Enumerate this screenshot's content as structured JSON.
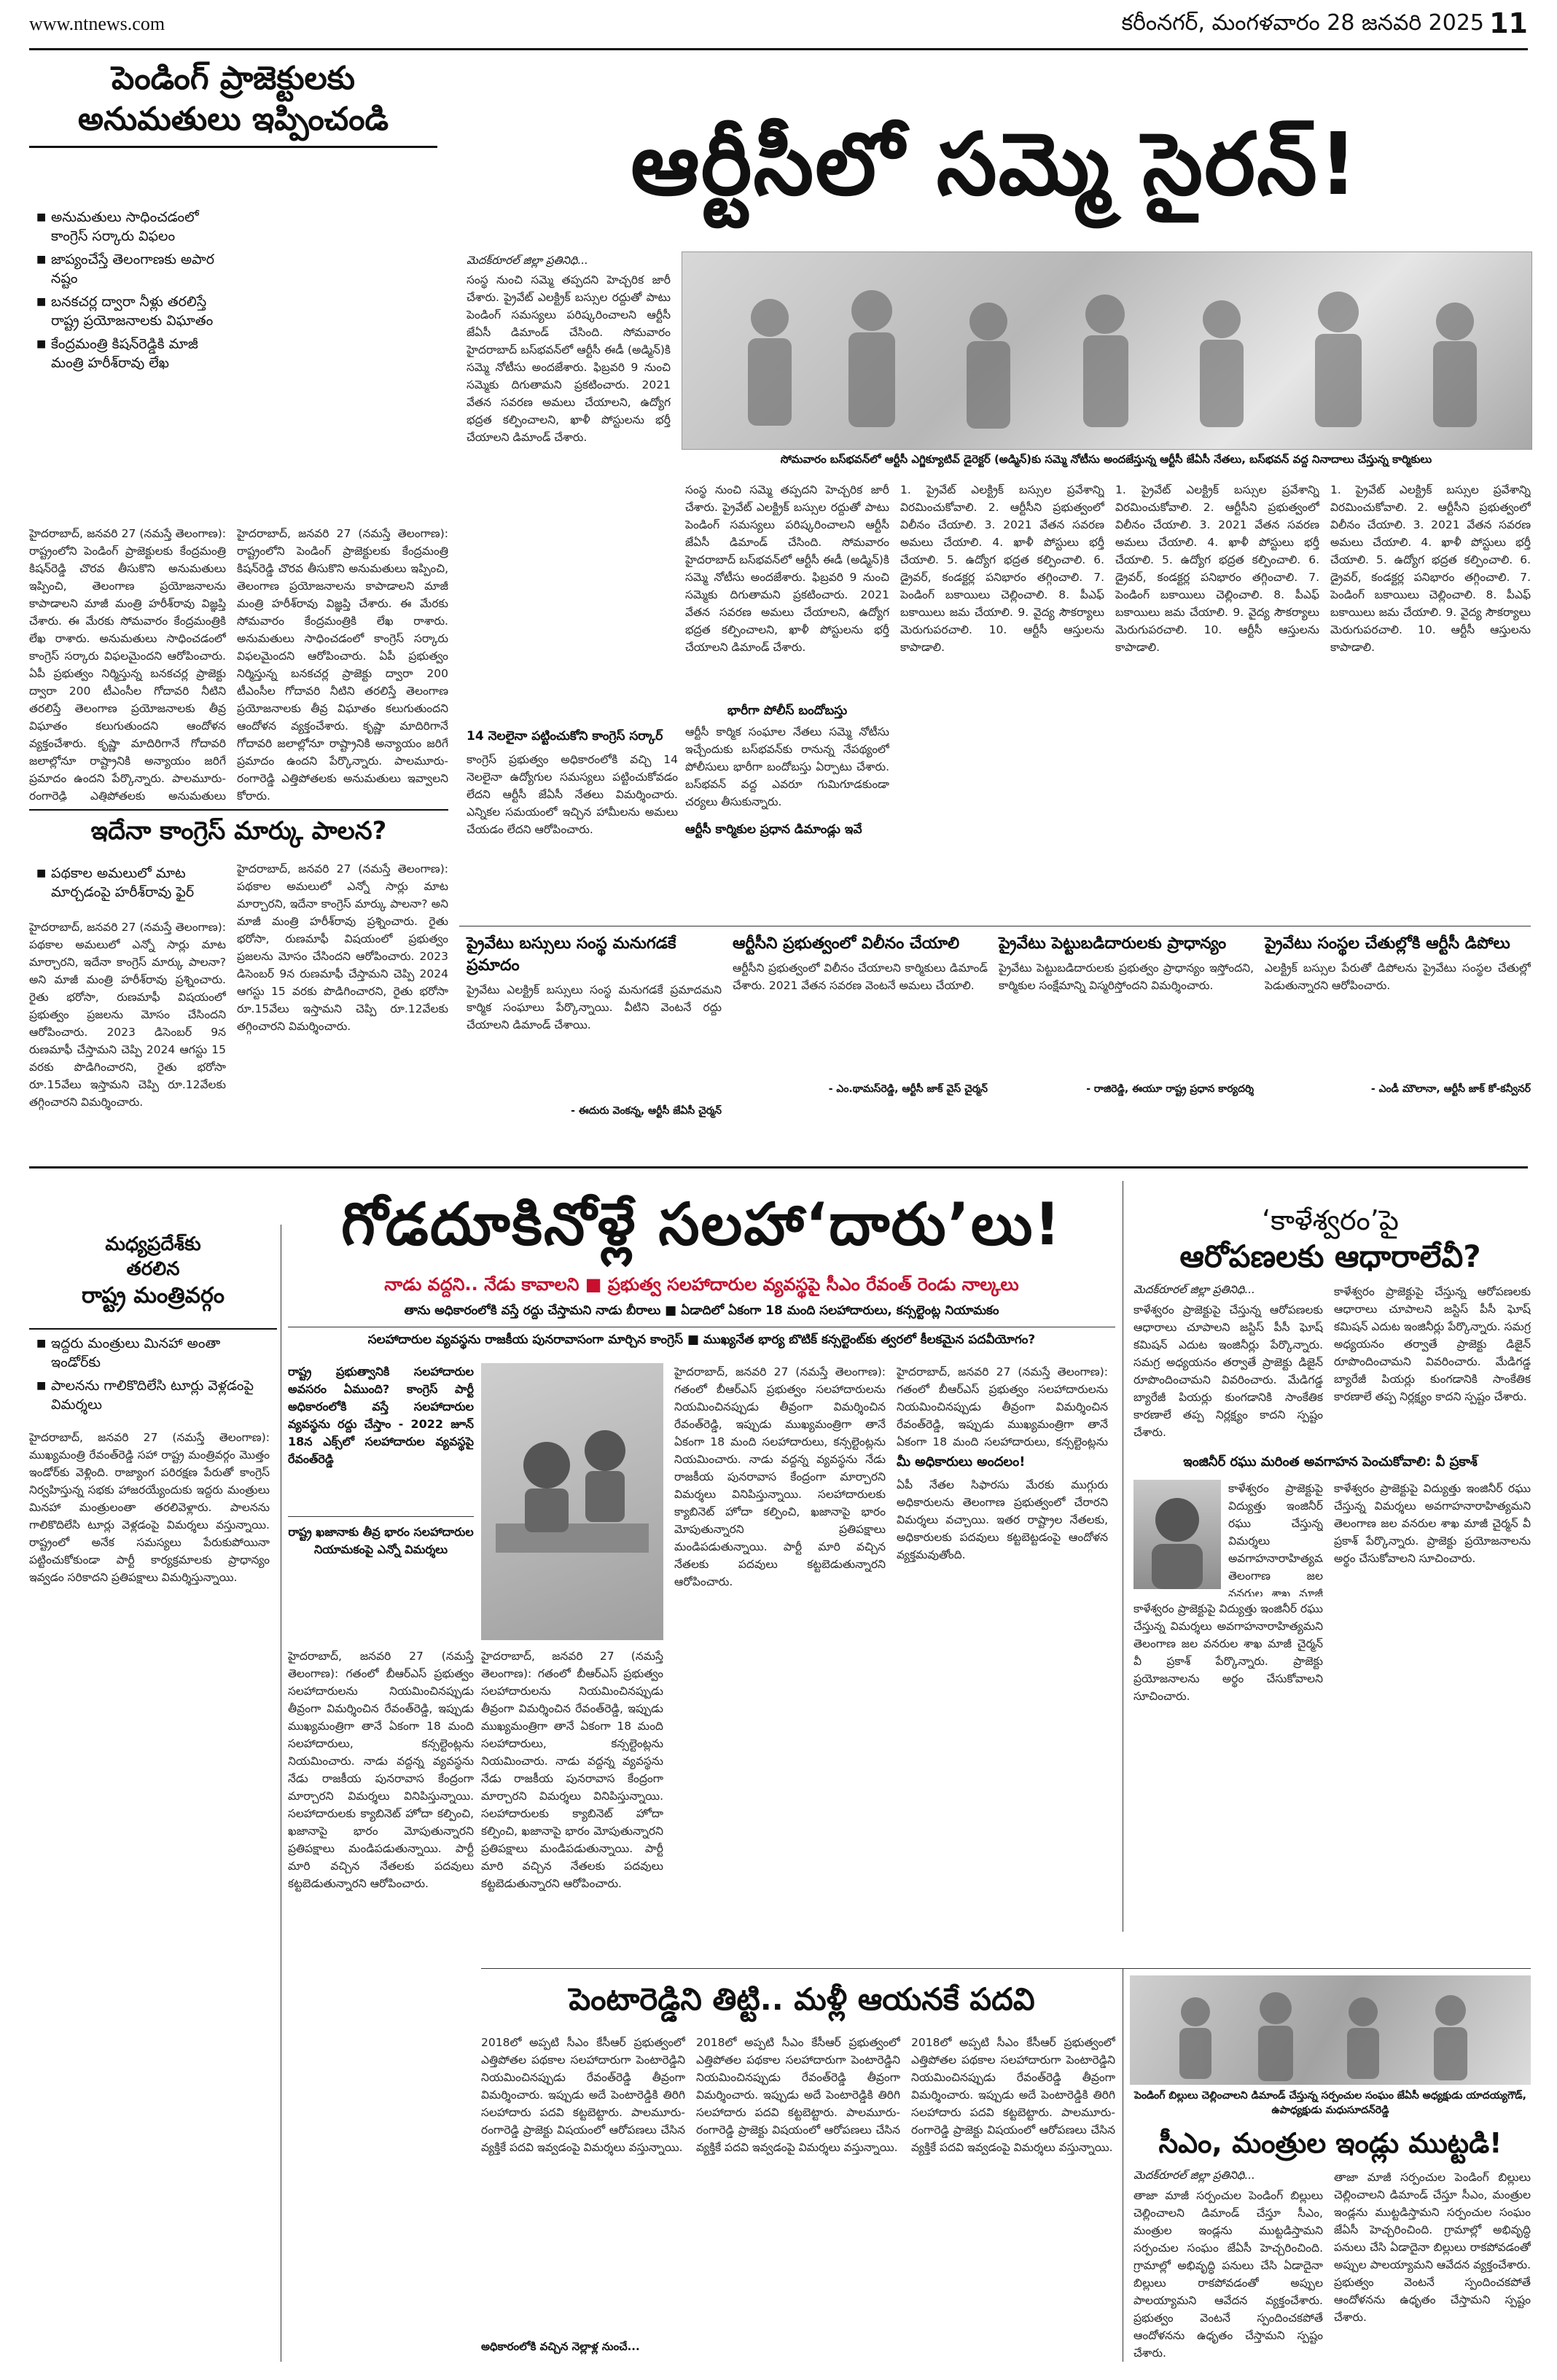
{
  "header": {
    "url": "www.ntnews.com",
    "date": "కరీంనగర్, మంగళవారం 28 జనవరి 2025",
    "page": "11"
  },
  "main_headline": "ఆర్టీసీలో సమ్మె సైరన్!",
  "top_left": {
    "title_line1": "పెండింగ్ ప్రాజెక్టులకు",
    "title_line2": "అనుమతులు ఇప్పించండి",
    "bullets": [
      "అనుమతులు సాధించడంలో కాంగ్రెస్ సర్కారు విఫలం",
      "జాప్యంచేస్తే తెలంగాణకు అపార నష్టం",
      "బనకచర్ల ద్వారా నీళ్లు తరలిస్తే రాష్ట్ర ప్రయోజనాలకు విఘాతం",
      "కేంద్రమంత్రి కిషన్‌రెడ్డికి మాజీ మంత్రి హరీశ్‌రావు లేఖ"
    ],
    "body": "హైదరాబాద్, జనవరి 27 (నమస్తే తెలంగాణ): రాష్ట్రంలోని పెండింగ్ ప్రాజెక్టులకు కేంద్రమంత్రి కిషన్‌రెడ్డి చొరవ తీసుకొని అనుమతులు ఇప్పించి, తెలంగాణ ప్రయోజనాలను కాపాడాలని మాజీ మంత్రి హరీశ్‌రావు విజ్ఞప్తి చేశారు. ఈ మేరకు సోమవారం కేంద్రమంత్రికి లేఖ రాశారు. అనుమతులు సాధించడంలో కాంగ్రెస్ సర్కారు విఫలమైందని ఆరోపించారు. ఏపీ ప్రభుత్వం నిర్మిస్తున్న బనకచర్ల ప్రాజెక్టు ద్వారా 200 టీఎంసీల గోదావరి నీటిని తరలిస్తే తెలంగాణ ప్రయోజనాలకు తీవ్ర విఘాతం కలుగుతుందని ఆందోళన వ్యక్తంచేశారు. కృష్ణా మాదిరిగానే గోదావరి జలాల్లోనూ రాష్ట్రానికి అన్యాయం జరిగే ప్రమాదం ఉందని పేర్కొన్నారు. పాలమూరు-రంగారెడ్డి ఎత్తిపోతలకు అనుమతులు ఇవ్వాలని కోరారు."
  },
  "congress_rule": {
    "title": "ఇదేనా కాంగ్రెస్ మార్కు పాలన?",
    "bullets": [
      "పథకాల అమలులో మాట మార్చడంపై హరీశ్‌రావు ఫైర్"
    ],
    "body": "హైదరాబాద్, జనవరి 27 (నమస్తే తెలంగాణ): పథకాల అమలులో ఎన్నో సార్లు మాట మార్చారని, ఇదేనా కాంగ్రెస్ మార్కు పాలనా? అని మాజీ మంత్రి హరీశ్‌రావు ప్రశ్నించారు. రైతు భరోసా, రుణమాఫీ విషయంలో ప్రభుత్వం ప్రజలను మోసం చేసిందని ఆరోపించారు. 2023 డిసెంబర్ 9న రుణమాఫీ చేస్తామని చెప్పి 2024 ఆగస్టు 15 వరకు పొడిగించారని, రైతు భరోసా రూ.15వేలు ఇస్తామని చెప్పి రూ.12వేలకు తగ్గించారని విమర్శించారు."
  },
  "rtc_story": {
    "byline": "మెదక్‌రూరల్ జిల్లా ప్రతినిధి...",
    "photo_caption": "సోమవారం బస్‌భవన్‌లో ఆర్టీసీ ఎగ్జిక్యూటివ్ డైరెక్టర్ (అడ్మిన్)కు సమ్మె నోటీసు అందజేస్తున్న ఆర్టీసీ జేఏసీ నేతలు, బస్‌భవన్ వద్ద నినాదాలు చేస్తున్న కార్మికులు",
    "body": "సంస్థ నుంచి సమ్మె తప్పదని హెచ్చరిక జారీ చేశారు. ప్రైవేట్ ఎలక్ట్రిక్ బస్సుల రద్దుతో పాటు పెండింగ్ సమస్యలు పరిష్కరించాలని ఆర్టీసీ జేఏసీ డిమాండ్ చేసింది. సోమవారం హైదరాబాద్ బస్‌భవన్‌లో ఆర్టీసీ ఈడీ (అడ్మిన్)కి సమ్మె నోటీసు అందజేశారు. ఫిబ్రవరి 9 నుంచి సమ్మెకు దిగుతామని ప్రకటించారు. 2021 వేతన సవరణ అమలు చేయాలని, ఉద్యోగ భద్రత కల్పించాలని, ఖాళీ పోస్టులను భర్తీ చేయాలని డిమాండ్ చేశారు.",
    "sub1": "14 నెలలైనా పట్టించుకోని కాంగ్రెస్ సర్కార్",
    "sub1_body": "కాంగ్రెస్ ప్రభుత్వం అధికారంలోకి వచ్చి 14 నెలలైనా ఉద్యోగుల సమస్యలు పట్టించుకోవడం లేదని ఆర్టీసీ జేఏసీ నేతలు విమర్శించారు. ఎన్నికల సమయంలో ఇచ్చిన హామీలను అమలు చేయడం లేదని ఆరోపించారు.",
    "sub2": "భారీగా పోలీస్ బందోబస్తు",
    "sub2_body": "ఆర్టీసీ కార్మిక సంఘాల నేతలు సమ్మె నోటీసు ఇచ్చేందుకు బస్‌భవన్‌కు రానున్న నేపథ్యంలో పోలీసులు భారీగా బందోబస్తు ఏర్పాటు చేశారు. బస్‌భవన్ వద్ద ఎవరూ గుమిగూడకుండా చర్యలు తీసుకున్నారు.",
    "sub3": "ఆర్టీసీ కార్మికుల ప్రధాన డిమాండ్లు ఇవే",
    "demands": "1. ప్రైవేట్ ఎలక్ట్రిక్ బస్సుల ప్రవేశాన్ని విరమించుకోవాలి. 2. ఆర్టీసీని ప్రభుత్వంలో విలీనం చేయాలి. 3. 2021 వేతన సవరణ అమలు చేయాలి. 4. ఖాళీ పోస్టులు భర్తీ చేయాలి. 5. ఉద్యోగ భద్రత కల్పించాలి. 6. డ్రైవర్, కండక్టర్ల పనిభారం తగ్గించాలి. 7. పెండింగ్ బకాయిలు చెల్లించాలి. 8. పీఎఫ్ బకాయిలు జమ చేయాలి. 9. వైద్య సౌకర్యాలు మెరుగుపరచాలి. 10. ఆర్టీసీ ఆస్తులను కాపాడాలి."
  },
  "quote_boxes": [
    {
      "title": "ప్రైవేటు బస్సులు సంస్థ మనుగడకే ప్రమాదం",
      "body": "ప్రైవేటు ఎలక్ట్రిక్ బస్సులు సంస్థ మనుగడకే ప్రమాదమని కార్మిక సంఘాలు పేర్కొన్నాయి. వీటిని వెంటనే రద్దు చేయాలని డిమాండ్ చేశాయి.",
      "by": "- ఈదురు వెంకన్న, ఆర్టీసీ జేఏసీ చైర్మన్"
    },
    {
      "title": "ఆర్టీసీని ప్రభుత్వంలో విలీనం చేయాలి",
      "body": "ఆర్టీసీని ప్రభుత్వంలో విలీనం చేయాలని కార్మికులు డిమాండ్ చేశారు. 2021 వేతన సవరణ వెంటనే అమలు చేయాలి.",
      "by": "- ఎం.థామస్‌రెడ్డి, ఆర్టీసీ జాక్ వైస్ చైర్మన్"
    },
    {
      "title": "ప్రైవేటు పెట్టుబడిదారులకు ప్రాధాన్యం",
      "body": "ప్రైవేటు పెట్టుబడిదారులకు ప్రభుత్వం ప్రాధాన్యం ఇస్తోందని, కార్మికుల సంక్షేమాన్ని విస్మరిస్తోందని విమర్శించారు.",
      "by": "- రాజిరెడ్డి, ఈయూ రాష్ట్ర ప్రధాన కార్యదర్శి"
    },
    {
      "title": "ప్రైవేటు సంస్థల చేతుల్లోకి ఆర్టీసీ డిపోలు",
      "body": "ఎలక్ట్రిక్ బస్సుల పేరుతో డిపోలను ప్రైవేటు సంస్థల చేతుల్లో పెడుతున్నారని ఆరోపించారు.",
      "by": "- ఎండీ మౌలానా, ఆర్టీసీ జాక్ కో-కన్వీనర్"
    }
  ],
  "mp_cabinet": {
    "title_line1": "మధ్యప్రదేశ్‌కు",
    "title_line2": "తరలిన",
    "title_line3": "రాష్ట్ర మంత్రివర్గం",
    "bullets": [
      "ఇద్దరు మంత్రులు మినహా అంతా ఇండోర్‌కు",
      "పాలనను గాలికొదిలేసి టూర్లు వెళ్లడంపై విమర్శలు"
    ],
    "body": "హైదరాబాద్, జనవరి 27 (నమస్తే తెలంగాణ): ముఖ్యమంత్రి రేవంత్‌రెడ్డి సహా రాష్ట్ర మంత్రివర్గం మొత్తం ఇండోర్‌కు వెళ్లింది. రాజ్యాంగ పరిరక్షణ పేరుతో కాంగ్రెస్ నిర్వహిస్తున్న సభకు హాజరయ్యేందుకు ఇద్దరు మంత్రులు మినహా మంత్రులంతా తరలివెళ్లారు. పాలనను గాలికొదిలేసి టూర్లు వెళ్లడంపై విమర్శలు వస్తున్నాయి. రాష్ట్రంలో అనేక సమస్యలు పేరుకుపోయినా పట్టించుకోకుండా పార్టీ కార్యక్రమాలకు ప్రాధాన్యం ఇవ్వడం సరికాదని ప్రతిపక్షాలు విమర్శిస్తున్నాయి."
  },
  "advisors_story": {
    "headline": "గోడదూకినోళ్లే సలహా‘దారు’లు!",
    "red_strip": "నాడు వద్దని.. నేడు కావాలని ■ ప్రభుత్వ సలహాదారుల వ్యవస్థపై సీఎం రేవంత్ రెండు నాల్కలు",
    "strip2": "తాను అధికారంలోకి వస్తే రద్దు చేస్తామని నాడు బీరాలు ■ ఏడాదిలో ఏకంగా 18 మంది సలహాదారులు, కన్సల్టెంట్ల నియామకం",
    "strip3": "సలహాదారుల వ్యవస్థను రాజకీయ పునరావాసంగా మార్చిన కాంగ్రెస్ ■ ముఖ్యనేత భార్య బొటిక్ కన్సల్టెంట్‌కు త్వరలో కీలకమైన పదవీయోగం?",
    "pullquote": "రాష్ట్ర ప్రభుత్వానికి సలహాదారుల అవసరం ఏముంది? కాంగ్రెస్ పార్టీ అధికారంలోకి వస్తే సలహాదారుల వ్యవస్థను రద్దు చేస్తాం - 2022 జూన్ 18న ఎక్స్‌లో సలహాదారుల వ్యవస్థపై రేవంత్‌రెడ్డి",
    "pullquote2": "రాష్ట్ర ఖజానాకు తీవ్ర భారం సలహాదారుల నియామకంపై ఎన్నో విమర్శలు",
    "body": "హైదరాబాద్, జనవరి 27 (నమస్తే తెలంగాణ): గతంలో బీఆర్‌ఎస్ ప్రభుత్వం సలహాదారులను నియమించినప్పుడు తీవ్రంగా విమర్శించిన రేవంత్‌రెడ్డి, ఇప్పుడు ముఖ్యమంత్రిగా తానే ఏకంగా 18 మంది సలహాదారులు, కన్సల్టెంట్లను నియమించారు. నాడు వద్దన్న వ్యవస్థను నేడు రాజకీయ పునరావాస కేంద్రంగా మార్చారని విమర్శలు వినిపిస్తున్నాయి. సలహాదారులకు క్యాబినెట్ హోదా కల్పించి, ఖజానాపై భారం మోపుతున్నారని ప్రతిపక్షాలు మండిపడుతున్నాయి. పార్టీ మారి వచ్చిన నేతలకు పదవులు కట్టబెడుతున్నారని ఆరోపించారు.",
    "sub": "మీ అధికారులు అందలం!",
    "sub_body": "ఏపీ నేతల సిఫారసు మేరకు ముగ్గురు అధికారులను తెలంగాణ ప్రభుత్వంలో చేరారని విమర్శలు వచ్చాయి. ఇతర రాష్ట్రాల నేతలకు, అధికారులకు పదవులు కట్టబెట్టడంపై ఆందోళన వ్యక్తమవుతోంది."
  },
  "kaleshwaram": {
    "quote_title_line1": "‘కాళేశ్వరం’పై",
    "quote_title_line2": "ఆరోపణలకు ఆధారాలేవీ?",
    "byline": "మెదక్‌రూరల్ జిల్లా ప్రతినిధి...",
    "body": "కాళేశ్వరం ప్రాజెక్టుపై చేస్తున్న ఆరోపణలకు ఆధారాలు చూపాలని జస్టిస్ పీసీ ఘోష్ కమిషన్ ఎదుట ఇంజినీర్లు పేర్కొన్నారు. సమగ్ర అధ్యయనం తర్వాతే ప్రాజెక్టు డిజైన్ రూపొందించామని వివరించారు. మేడిగడ్డ బ్యారేజీ పియర్లు కుంగడానికి సాంకేతిక కారణాలే తప్ప నిర్లక్ష్యం కాదని స్పష్టం చేశారు.",
    "sub": "ఇంజినీర్ రఘు మరింత అవగాహన పెంచుకోవాలి: వీ ప్రకాశ్",
    "sub_body": "కాళేశ్వరం ప్రాజెక్టుపై విద్యుత్తు ఇంజినీర్ రఘు చేస్తున్న విమర్శలు అవగాహనారాహిత్యమని తెలంగాణ జల వనరుల శాఖ మాజీ చైర్మన్ వీ ప్రకాశ్ పేర్కొన్నారు. ప్రాజెక్టు ప్రయోజనాలను అర్థం చేసుకోవాలని సూచించారు."
  },
  "penta_reddy": {
    "headline": "పెంటారెడ్డిని తిట్టి.. మళ్లీ ఆయనకే పదవి",
    "body": "2018లో అప్పటి సీఎం కేసీఆర్ ప్రభుత్వంలో ఎత్తిపోతల పథకాల సలహాదారుగా పెంటారెడ్డిని నియమించినప్పుడు రేవంత్‌రెడ్డి తీవ్రంగా విమర్శించారు. ఇప్పుడు అదే పెంటారెడ్డికి తిరిగి సలహాదారు పదవి కట్టబెట్టారు. పాలమూరు-రంగారెడ్డి ప్రాజెక్టు విషయంలో ఆరోపణలు చేసిన వ్యక్తికే పదవి ఇవ్వడంపై విమర్శలు వస్తున్నాయి.",
    "footer": "అధికారంలోకి వచ్చిన నెల్లాళ్ల నుంచే..."
  },
  "cm_ministers": {
    "kicker": "పెండింగ్ బిల్లులు చెల్లించాలని డిమాండ్ చేస్తున్న సర్పంచుల సంఘం జేఏసీ అధ్యక్షుడు యాదయ్యగౌడ్, ఉపాధ్యక్షుడు మధుసూదన్‌రెడ్డి",
    "headline": "సీఎం, మంత్రుల ఇండ్లు ముట్టడి!",
    "byline": "మెదక్‌రూరల్ జిల్లా ప్రతినిధి...",
    "body": "తాజా మాజీ సర్పంచుల పెండింగ్ బిల్లులు చెల్లించాలని డిమాండ్ చేస్తూ సీఎం, మంత్రుల ఇండ్లను ముట్టడిస్తామని సర్పంచుల సంఘం జేఏసీ హెచ్చరించింది. గ్రామాల్లో అభివృద్ధి పనులు చేసి ఏడాదైనా బిల్లులు రాకపోవడంతో అప్పుల పాలయ్యామని ఆవేదన వ్యక్తంచేశారు. ప్రభుత్వం వెంటనే స్పందించకపోతే ఆందోళనను ఉధృతం చేస్తామని స్పష్టం చేశారు."
  }
}
